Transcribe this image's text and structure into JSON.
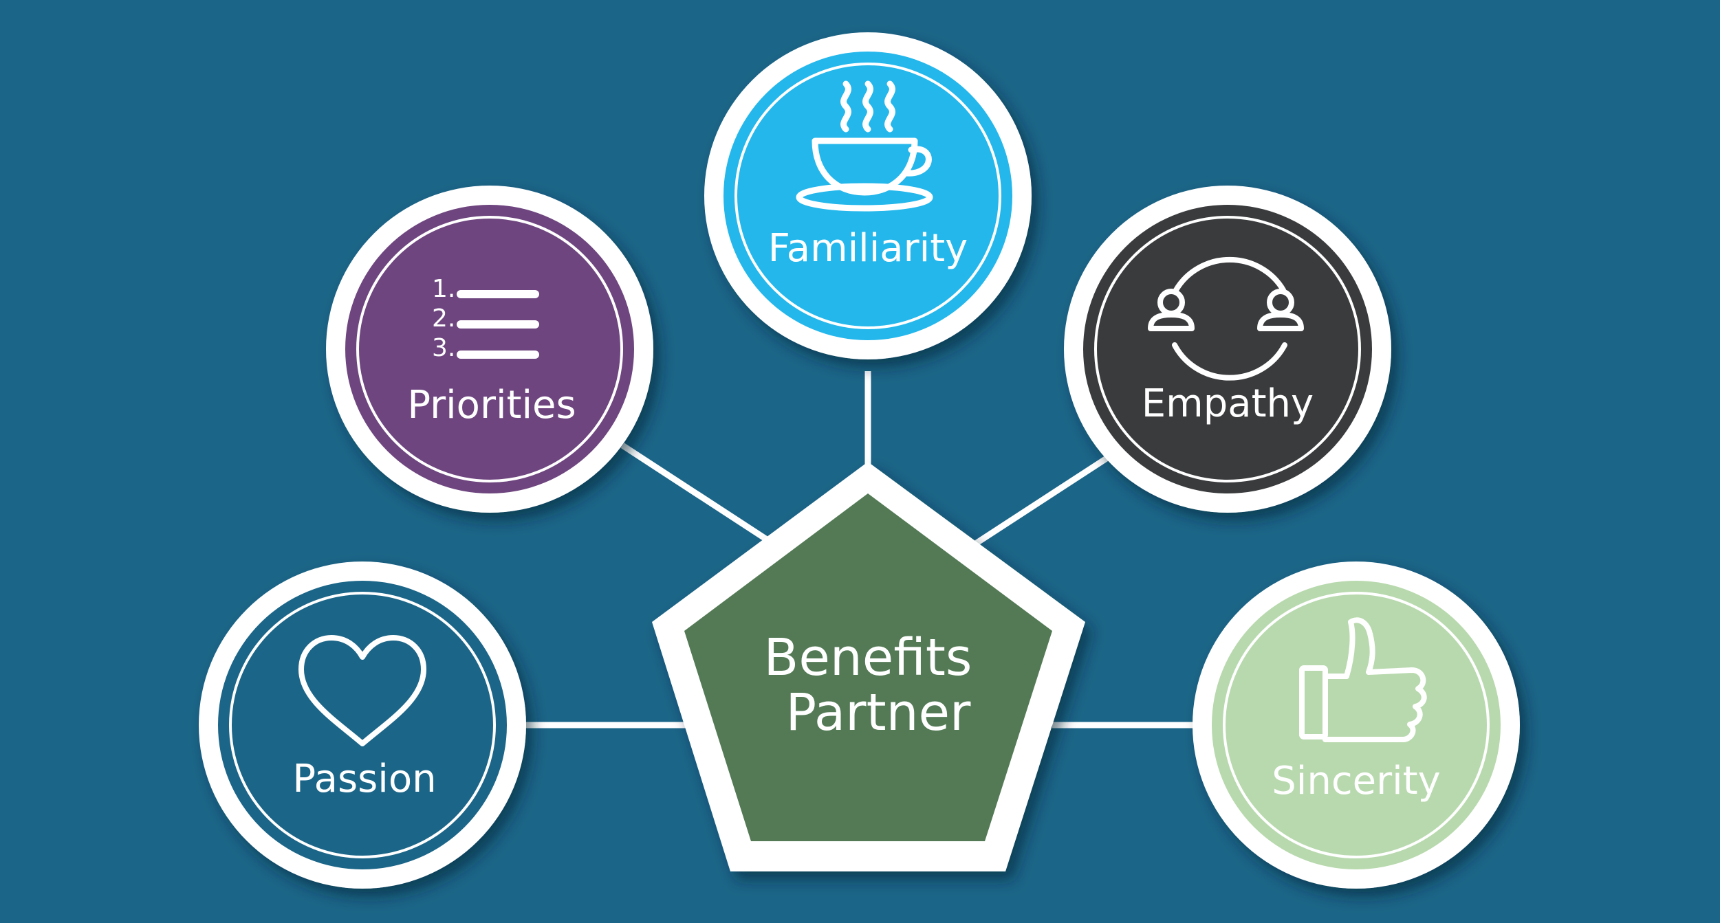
{
  "diagram": {
    "center": {
      "line1": "Benefits",
      "line2": "Partner",
      "color": "#537a55"
    },
    "nodes": [
      {
        "id": "familiarity",
        "label": "Familiarity",
        "color": "#23b7ec",
        "icon": "coffee-cup-icon"
      },
      {
        "id": "priorities",
        "label": "Priorities",
        "color": "#6e457f",
        "icon": "numbered-list-icon",
        "list_numbers": [
          "1.",
          "2.",
          "3."
        ]
      },
      {
        "id": "empathy",
        "label": "Empathy",
        "color": "#3a3b3d",
        "icon": "people-exchange-icon"
      },
      {
        "id": "passion",
        "label": "Passion",
        "color": "#1b6588",
        "icon": "heart-icon"
      },
      {
        "id": "sincerity",
        "label": "Sincerity",
        "color": "#b8d9ae",
        "icon": "thumbs-up-icon"
      }
    ],
    "background_color": "#1b6588",
    "ring_color": "#ffffff"
  }
}
